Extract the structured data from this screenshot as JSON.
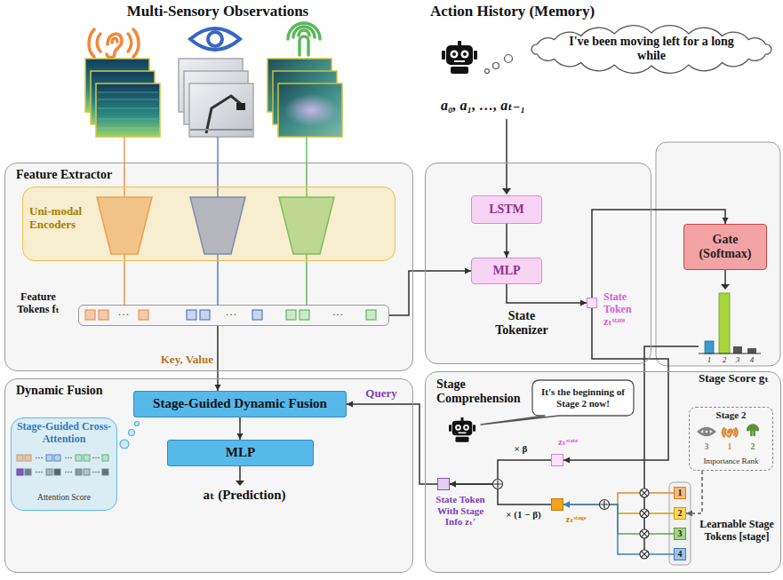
{
  "diagram": {
    "nodes": [
      {
        "text": [
          "Feature Extractor"
        ]
      },
      {
        "text": [
          "Uni-modal Encoders"
        ],
        "in": 0
      },
      {
        "text": [
          "Feature Tokens fₜ"
        ],
        "in": 0
      },
      {
        "text": [
          "I've been moving left for a long while"
        ]
      },
      {
        "text": [
          "State Tokenizer"
        ]
      },
      {
        "text": [
          "LSTM"
        ],
        "in": 4
      },
      {
        "text": [
          "MLP"
        ],
        "in": 4
      },
      {
        "text": [
          "State Token zₜˢᵗᵃᵗᵉ"
        ],
        "in": 4
      },
      {
        "text": [
          "Gate (Softmax)"
        ]
      },
      {
        "text": [
          "Dynamic Fusion"
        ]
      },
      {
        "text": [
          "Stage-Guided Cross-Attention",
          "Attention Score"
        ],
        "in": 9
      },
      {
        "text": [
          "Stage-Guided Dynamic Fusion"
        ],
        "in": 9
      },
      {
        "text": [
          "MLP"
        ],
        "in": 9
      },
      {
        "text": [
          "Stage Comprehension"
        ]
      },
      {
        "text": [
          "It's the beginning of Stage 2 now!"
        ],
        "in": 13
      },
      {
        "text": [
          "Stage 2",
          "Importance Rank"
        ],
        "in": 13
      },
      {
        "text": [
          "zₜˢᵗᵃᵗᵉ"
        ],
        "in": 13
      },
      {
        "text": [
          "zₜˢᵗᵃᵍᵉ"
        ],
        "in": 13
      },
      {
        "text": [
          "State Token With Stage Info zₜ′"
        ],
        "in": 13
      },
      {
        "text": [
          "1"
        ],
        "in": 13
      },
      {
        "text": [
          "2"
        ],
        "in": 13
      },
      {
        "text": [
          "3"
        ],
        "in": 13
      },
      {
        "text": [
          "4"
        ],
        "in": 13
      }
    ],
    "edges": [
      {
        "from": 2,
        "to": 6,
        "arrow": "to"
      },
      {
        "from": 5,
        "to": 6,
        "arrow": "to"
      },
      {
        "from": 6,
        "to": 7,
        "arrow": "to"
      },
      {
        "from": 7,
        "to": 8,
        "arrow": "to"
      },
      {
        "from": 7,
        "to": 16,
        "arrow": "to"
      },
      {
        "from": 2,
        "to": 11,
        "label": "Key, Value",
        "arrow": "to"
      },
      {
        "from": 11,
        "to": 12,
        "arrow": "to"
      },
      {
        "from": 16,
        "to": 18,
        "label": "× β",
        "arrow": "to"
      },
      {
        "from": 17,
        "to": 18,
        "label": "× (1 − β)",
        "arrow": "to"
      },
      {
        "from": 18,
        "to": 11,
        "label": "Query",
        "arrow": "to"
      },
      {
        "from": 15,
        "to": 20,
        "arrow": "to"
      },
      {
        "from": 19,
        "to": 17,
        "arrow": "to"
      },
      {
        "from": 20,
        "to": 17,
        "arrow": "to"
      },
      {
        "from": 21,
        "to": 17,
        "arrow": "to"
      },
      {
        "from": 22,
        "to": 17,
        "arrow": "to"
      }
    ],
    "labels": [
      "Multi-Sensory Observations",
      "Action History (Memory)",
      "a₀, a₁, …, aₜ₋₁",
      "…",
      "…",
      "…",
      "aₜ (Prediction)",
      "Stage Score gₜ",
      "1",
      "2",
      "3",
      "4",
      "3",
      "1",
      "2",
      "Learnable Stage Tokens [stage]"
    ]
  }
}
